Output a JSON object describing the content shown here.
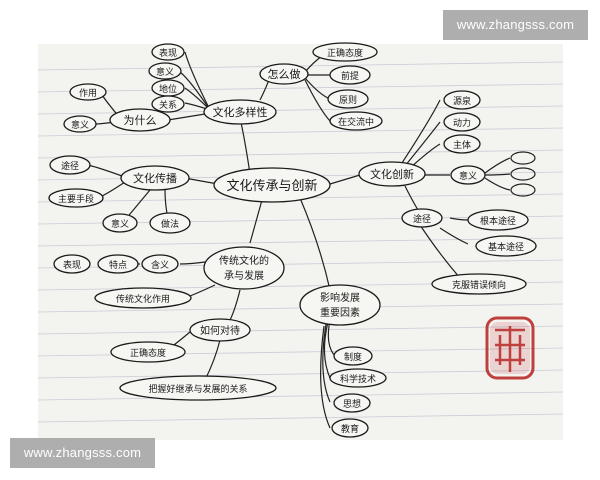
{
  "watermark_top": "www.zhangsss.com",
  "watermark_bottom": "www.zhangsss.com",
  "center": "文化传承与创新",
  "branches": {
    "diversity": {
      "label": "文化多样性",
      "items": [
        "表现",
        "意义",
        "地位",
        "关系"
      ]
    },
    "how": {
      "label": "怎么做",
      "items": [
        "正确态度",
        "前提",
        "原则",
        "在交流中"
      ]
    },
    "why": {
      "label": "为什么",
      "items": [
        "作用",
        "意义"
      ]
    },
    "spread": {
      "label": "文化传播",
      "items": [
        "途径",
        "主要手段",
        "意义",
        "做法"
      ]
    },
    "innovation": {
      "label": "文化创新",
      "items": [
        "源泉",
        "动力",
        "主体",
        "意义"
      ],
      "path": {
        "label": "途径",
        "items": [
          "根本途径",
          "基本途径"
        ]
      },
      "tendency": "克服错误倾向"
    },
    "tradition": {
      "label1": "传统文化的",
      "label2": "承与发展",
      "items": [
        "表现",
        "特点",
        "含义"
      ],
      "role": "传统文化作用"
    },
    "treat": {
      "label": "如何对待",
      "items": [
        "正确态度",
        "把握好继承与发展的关系"
      ]
    },
    "factors": {
      "label1": "影响发展",
      "label2": "重要因素",
      "items": [
        "制度",
        "科学技术",
        "思想",
        "教育"
      ]
    }
  }
}
